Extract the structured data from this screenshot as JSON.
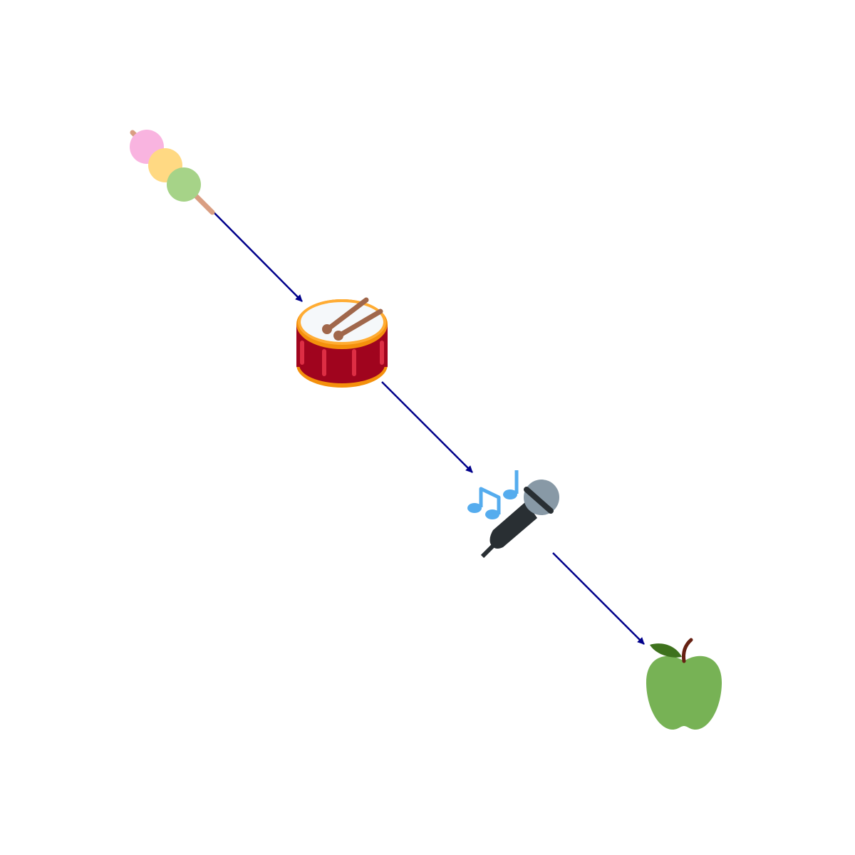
{
  "diagram": {
    "background": "#ffffff",
    "arrow_color": "#00008b",
    "nodes": [
      {
        "id": "dango",
        "icon": "dango-icon"
      },
      {
        "id": "drum",
        "icon": "drum-icon"
      },
      {
        "id": "microphone",
        "icon": "microphone-music-icon"
      },
      {
        "id": "apple",
        "icon": "green-apple-icon"
      }
    ],
    "edges": [
      {
        "from": "dango",
        "to": "drum"
      },
      {
        "from": "drum",
        "to": "microphone"
      },
      {
        "from": "microphone",
        "to": "apple"
      }
    ],
    "colors": {
      "dango_pink": "#f9b4e0",
      "dango_yellow": "#ffd983",
      "dango_green": "#a6d388",
      "dango_stick": "#d99e82",
      "drum_body": "#a0041e",
      "drum_stripe": "#dd2e44",
      "drum_rim": "#f4900c",
      "drum_rim_light": "#ffac33",
      "drum_head": "#f5f8fa",
      "drumstick": "#a0674b",
      "note_blue": "#55acee",
      "mic_body": "#292f33",
      "mic_head": "#8899a6",
      "apple_green": "#77b255",
      "apple_leaf": "#3e721d",
      "apple_stem": "#662113"
    }
  }
}
